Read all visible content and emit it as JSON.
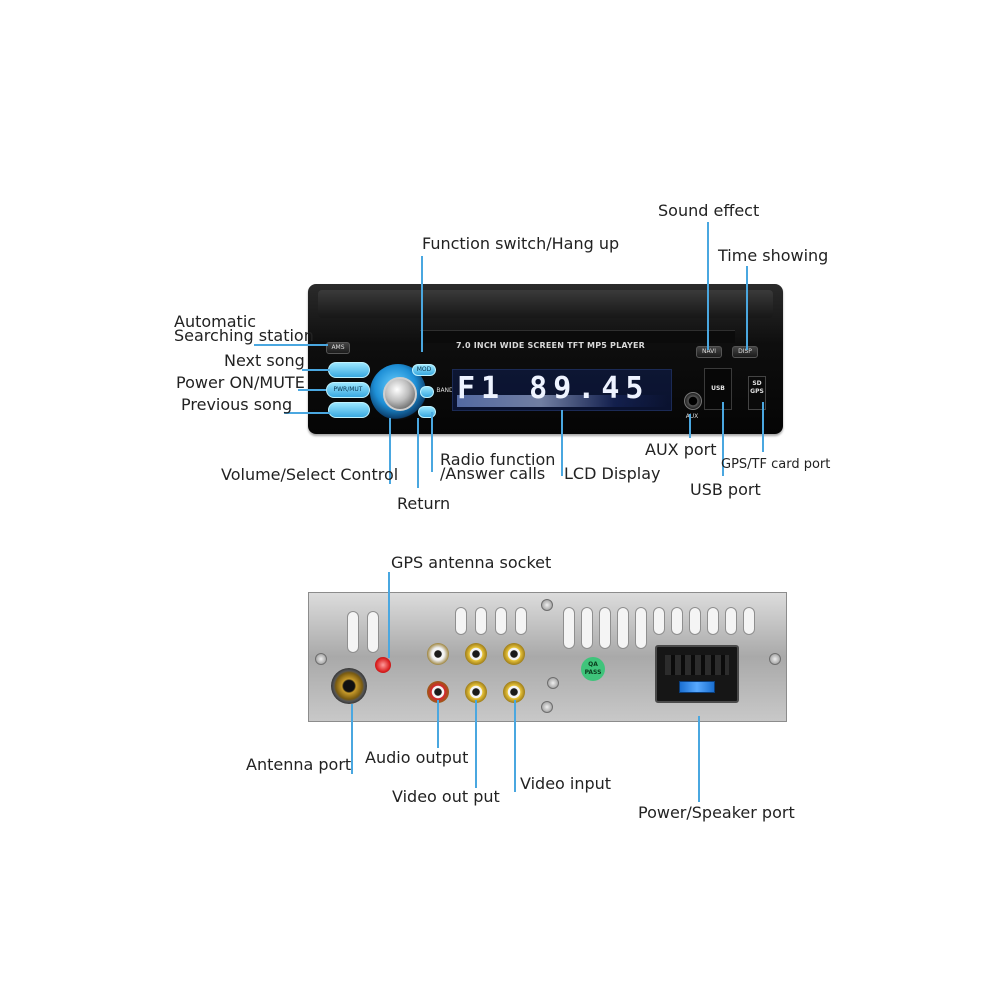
{
  "front_panel": {
    "model_text": "7.0 INCH WIDE SCREEN TFT  MP5  PLAYER",
    "lcd_text": "F1 89.45",
    "buttons": {
      "ams": "AMS",
      "navi": "NAVI",
      "disp": "DISP",
      "mod": "MOD",
      "band": "BAND",
      "pwr_mut": "PWR/MUT"
    },
    "ports": {
      "aux": "AUX",
      "usb": "USB",
      "sd": "SD",
      "gps": "GPS"
    }
  },
  "front_labels": {
    "sound_effect": "Sound effect",
    "function_switch": "Function switch/Hang up",
    "time_showing": "Time showing",
    "auto_search_line1": "Automatic",
    "auto_search_line2": "Searching station",
    "next_song": "Next song",
    "power_mute": "Power ON/MUTE",
    "previous_song": "Previous song",
    "volume_select": "Volume/Select Control",
    "radio_line1": "Radio function",
    "radio_line2": "/Answer calls",
    "lcd_display": "LCD Display",
    "aux_port": "AUX port",
    "gps_tf_port": "GPS/TF card port",
    "usb_port": "USB port",
    "return": "Return"
  },
  "rear_panel": {
    "qa_text": "QA PASS"
  },
  "rear_labels": {
    "gps_antenna": "GPS antenna socket",
    "antenna_port": "Antenna port",
    "audio_output": "Audio output",
    "video_out": "Video out put",
    "video_input": "Video input",
    "power_speaker": "Power/Speaker port"
  },
  "colors": {
    "leader_line": "#4aa7e0",
    "button_glow": "#6ad0ff",
    "rca_yellow": "#e8c43a",
    "rca_white": "#eaeaea",
    "rca_red": "#d6252e"
  }
}
